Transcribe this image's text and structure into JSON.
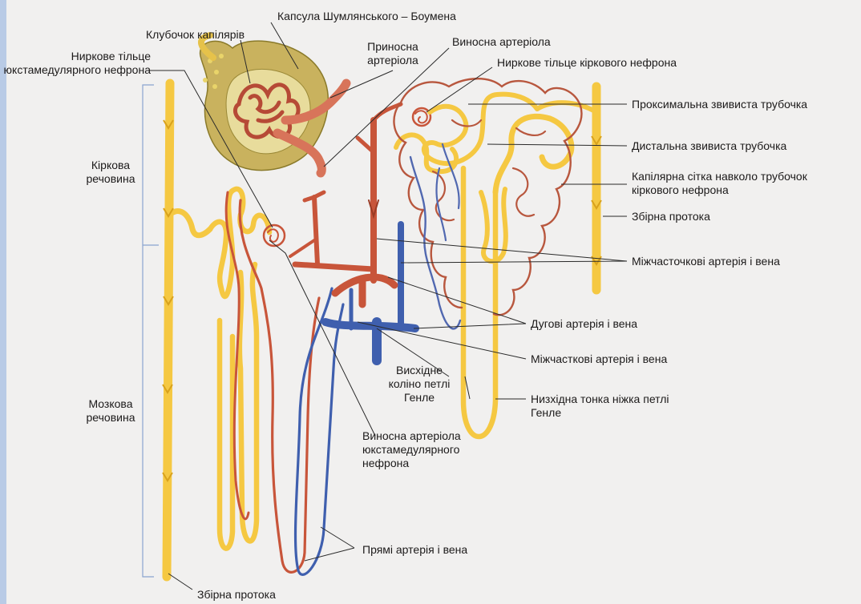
{
  "colors": {
    "background": "#f1f0ef",
    "left_strip": "#b9cbe6",
    "tubule_yellow": "#f5c842",
    "tubule_outline": "#d9a21c",
    "artery_red": "#c8553a",
    "artery_outline": "#9a3a24",
    "vein_blue": "#3f5fae",
    "capsule_fill": "#c9b25e",
    "label_text": "#1c1a1a",
    "leader_line": "#2a2a2a",
    "bracket": "#8aa4cf"
  },
  "labels": {
    "capsule": "Капсула Шумлянського – Боумена",
    "glomerulus": "Клубочок капілярів",
    "afferent_arteriole": "Приносна артеріола",
    "efferent_arteriole": "Виносна артеріола",
    "juxtamedullary_corpuscle": "Ниркове тільце юкстамедулярного нефрона",
    "cortical_corpuscle": "Ниркове тільце кіркового нефрона",
    "proximal_tubule": "Проксимальна звивиста трубочка",
    "distal_tubule": "Дистальна звивиста трубочка",
    "capillary_network": "Капілярна сітка навколо трубочок кіркового нефрона",
    "collecting_duct_right": "Збірна протока",
    "interlobular_vessels": "Міжчасточкові артерія і вена",
    "arcuate_vessels": "Дугові артерія і вена",
    "interlobar_vessels": "Міжчасткові артерія і вена",
    "ascending_limb": "Висхідне коліно петлі Генле",
    "descending_thin_limb": "Низхідна тонка ніжка петлі Генле",
    "juxtamedullary_efferent": "Виносна артеріола юкстамедулярного нефрона",
    "vasa_recta": "Прямі артерія і вена",
    "collecting_duct_bottom": "Збірна протока",
    "cortex": "Кіркова речовина",
    "medulla": "Мозкова речовина"
  }
}
